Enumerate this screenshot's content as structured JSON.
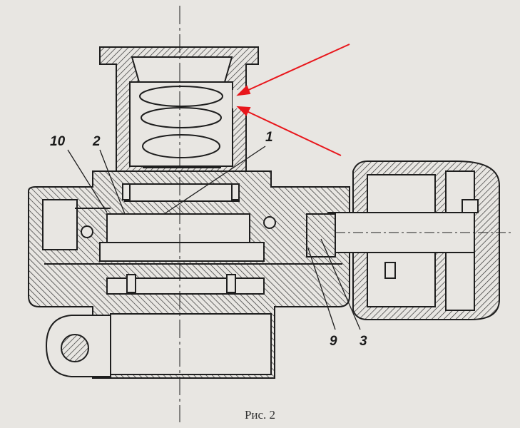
{
  "figure": {
    "caption": "Рис. 2",
    "callouts": [
      {
        "id": "10",
        "text": "10"
      },
      {
        "id": "2",
        "text": "2"
      },
      {
        "id": "1",
        "text": "1"
      },
      {
        "id": "9",
        "text": "9"
      },
      {
        "id": "3",
        "text": "3"
      }
    ],
    "arrow_color": "#e8161b",
    "line_color": "#1e1e1e"
  }
}
